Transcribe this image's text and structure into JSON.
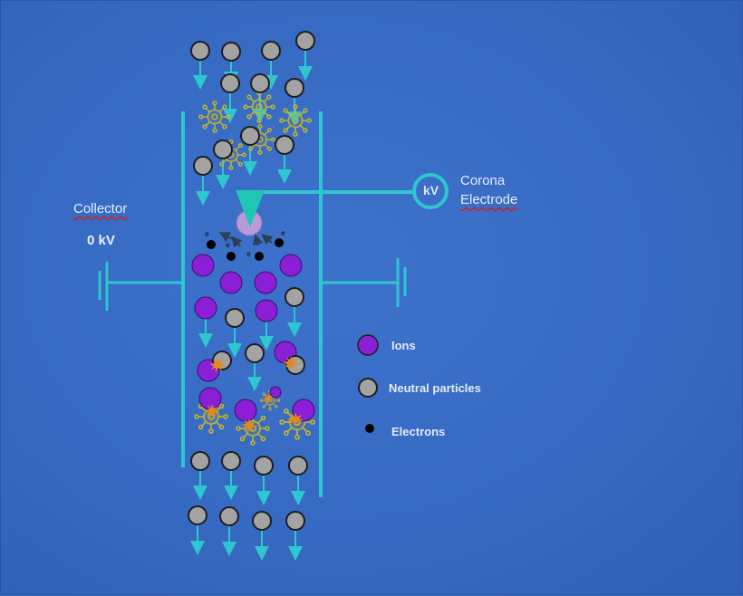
{
  "labels": {
    "collector": "Collector",
    "collector_voltage": "0 kV",
    "corona_line1": "Corona",
    "corona_line2": "Electrode",
    "kv": "kV",
    "electron_symbol": "e"
  },
  "legend": [
    {
      "key": "ions",
      "label": "Ions",
      "color": "#8a1fd6"
    },
    {
      "key": "neutral",
      "label": "Neutral particles",
      "color": "#a3a3a3"
    },
    {
      "key": "electrons",
      "label": "Electrons",
      "color": "#000000"
    }
  ],
  "colors": {
    "wire": "#2ec6cf",
    "ion": "#8a1fd6",
    "neutral": "#a3a3a3",
    "virus": "#c7b42a",
    "spark": "#e08a1e",
    "electrode_tip": "#21c5b4",
    "electrode_ball": "#b99ad8",
    "arrow_dark": "#2d3f55"
  },
  "icons": {
    "virus": "virus-icon",
    "spark": "charge-spark-icon",
    "ground": "ground-symbol-icon"
  }
}
